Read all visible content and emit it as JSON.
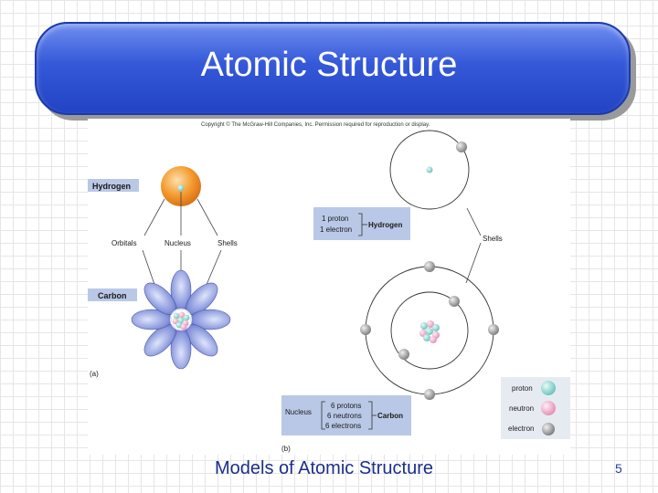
{
  "slide": {
    "title": "Atomic Structure",
    "caption": "Models of Atomic Structure",
    "page_number": "5"
  },
  "figure": {
    "copyright": "Copyright © The McGraw-Hill Companies, Inc. Permission required for reproduction or display.",
    "panel_a": {
      "label": "(a)",
      "hydrogen_label": "Hydrogen",
      "carbon_label": "Carbon",
      "orbitals_label": "Orbitals",
      "nucleus_label": "Nucleus",
      "shells_label": "Shells"
    },
    "panel_b": {
      "label": "(b)",
      "shells_label": "Shells",
      "hydrogen_box": {
        "lines": [
          "1 proton",
          "1 electron"
        ],
        "name": "Hydrogen"
      },
      "carbon_box": {
        "prefix": "Nucleus",
        "lines": [
          "6 protons",
          "6 neutrons",
          "6 electrons"
        ],
        "name": "Carbon"
      },
      "legend": [
        {
          "label": "proton",
          "color": "#8fd6d0"
        },
        {
          "label": "neutron",
          "color": "#f2a7c8"
        },
        {
          "label": "electron",
          "color": "#9a9a9a"
        }
      ]
    }
  },
  "colors": {
    "title_bar": "#3458d8",
    "hydrogen_sphere": "#f49a2c",
    "orbital_lobe": "#7c8bd8",
    "label_box": "#b9c8e6"
  }
}
